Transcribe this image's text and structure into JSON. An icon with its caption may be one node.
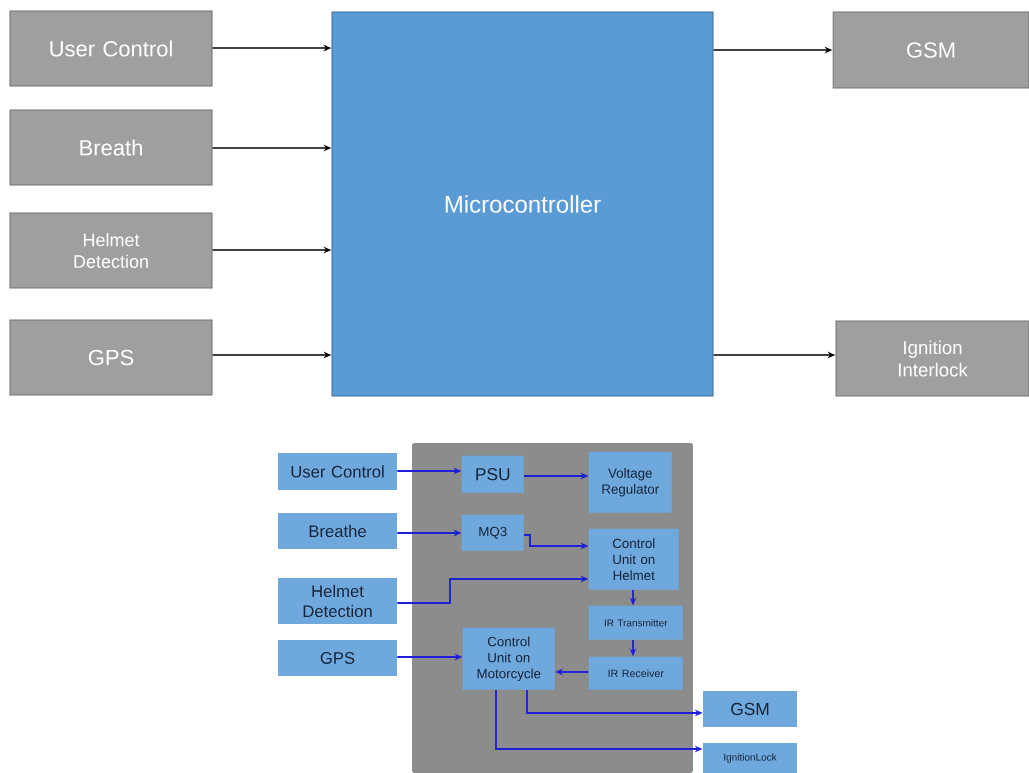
{
  "diagram": {
    "nodes": [
      {
        "text": [
          "User Control"
        ]
      },
      {
        "text": [
          "Breath"
        ]
      },
      {
        "text": [
          "Helmet Detection"
        ]
      },
      {
        "text": [
          "GPS"
        ]
      },
      {
        "text": [
          "Microcontroller"
        ]
      },
      {
        "text": [
          "GSM"
        ]
      },
      {
        "text": [
          "Ignition Interlock"
        ]
      },
      {
        "text": [],
        "shape": "box"
      },
      {
        "text": [
          "User Control"
        ]
      },
      {
        "text": [
          "Breathe"
        ]
      },
      {
        "text": [
          "Helmet Detection"
        ]
      },
      {
        "text": [
          "GPS"
        ]
      },
      {
        "text": [
          "PSU"
        ],
        "in": 7
      },
      {
        "text": [
          "Voltage Regulator"
        ],
        "in": 7
      },
      {
        "text": [
          "MQ3"
        ],
        "in": 7
      },
      {
        "text": [
          "Control Unit on Helmet"
        ],
        "in": 7
      },
      {
        "text": [
          "IR Transmitter"
        ],
        "in": 7
      },
      {
        "text": [
          "Control Unit on Motorcycle"
        ],
        "in": 7
      },
      {
        "text": [
          "IR Receiver"
        ],
        "in": 7
      },
      {
        "text": [
          "GSM"
        ]
      },
      {
        "text": [
          "IgnitionLock"
        ]
      }
    ],
    "edges": [
      {
        "from": 0,
        "to": 4,
        "arrow": "to",
        "color": "#000000"
      },
      {
        "from": 1,
        "to": 4,
        "arrow": "to",
        "color": "#000000"
      },
      {
        "from": 2,
        "to": 4,
        "arrow": "to",
        "color": "#000000"
      },
      {
        "from": 3,
        "to": 4,
        "arrow": "to",
        "color": "#000000"
      },
      {
        "from": 4,
        "to": 5,
        "arrow": "to",
        "color": "#000000"
      },
      {
        "from": 4,
        "to": 6,
        "arrow": "to",
        "color": "#000000"
      },
      {
        "from": 8,
        "to": 12,
        "arrow": "to"
      },
      {
        "from": 12,
        "to": 13,
        "arrow": "to"
      },
      {
        "from": 9,
        "to": 14,
        "arrow": "to"
      },
      {
        "from": 14,
        "to": 15,
        "arrow": "to"
      },
      {
        "from": 10,
        "to": 15,
        "arrow": "to"
      },
      {
        "from": 15,
        "to": 16,
        "arrow": "to"
      },
      {
        "from": 16,
        "to": 18,
        "arrow": "to"
      },
      {
        "from": 18,
        "to": 17,
        "arrow": "to"
      },
      {
        "from": 11,
        "to": 17,
        "arrow": "to"
      },
      {
        "from": 17,
        "to": 19,
        "arrow": "to"
      },
      {
        "from": 17,
        "to": 20,
        "arrow": "to"
      }
    ]
  }
}
